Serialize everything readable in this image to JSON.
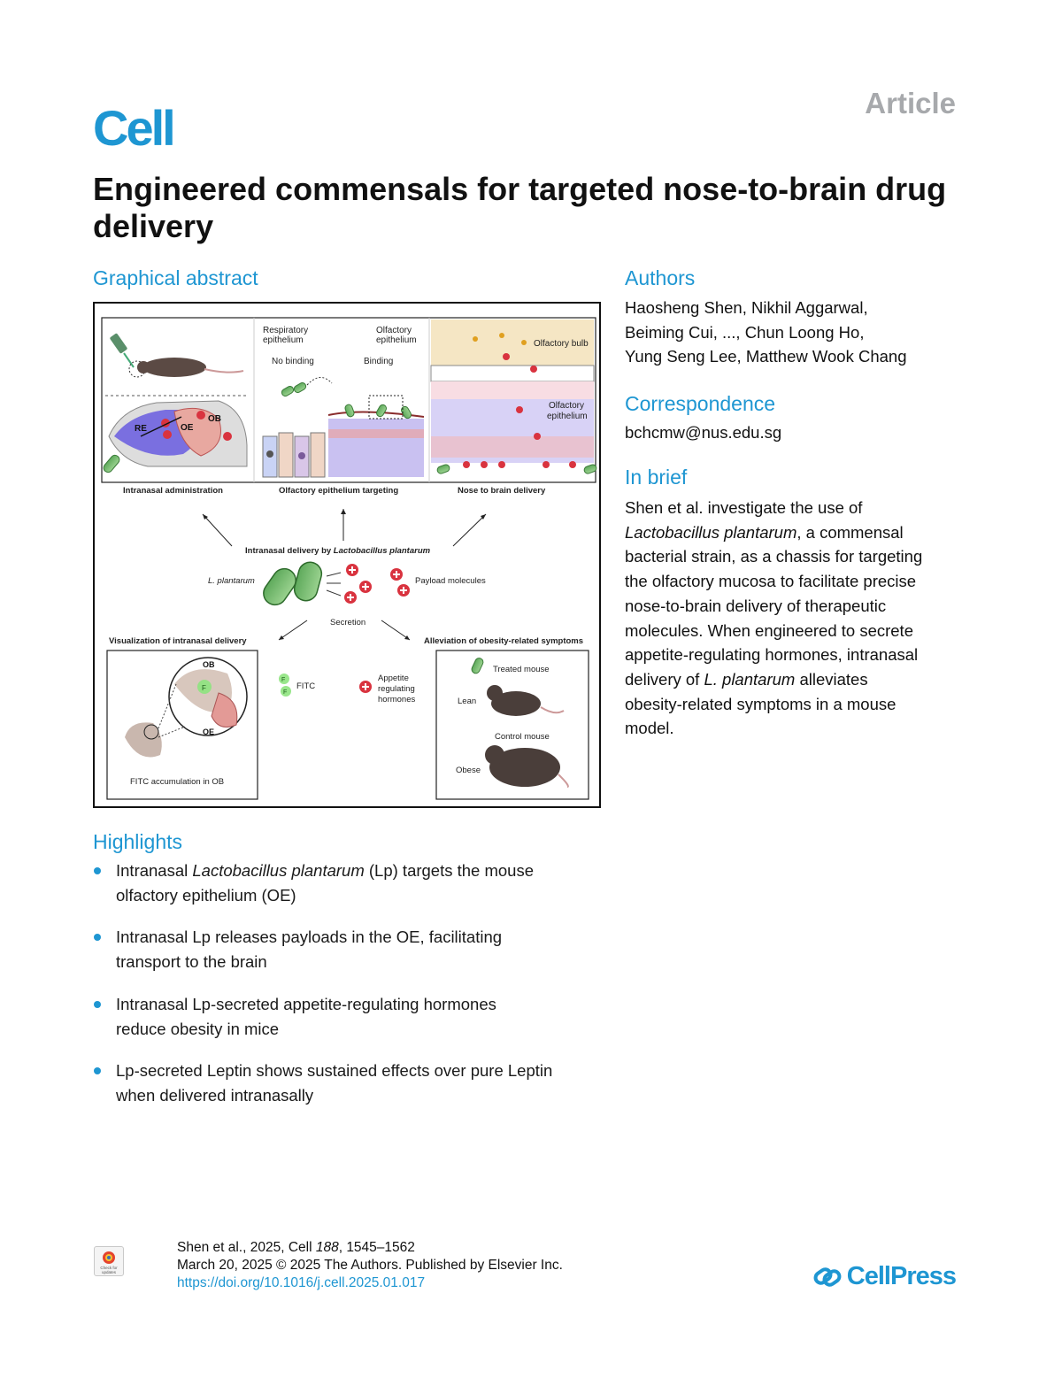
{
  "journal": "Cell",
  "article_type": "Article",
  "title": "Engineered commensals for targeted nose-to-brain drug delivery",
  "graphical_abstract": {
    "heading": "Graphical abstract",
    "labels": {
      "re": "RE",
      "oe": "OE",
      "ob": "OB",
      "respiratory_epithelium_1": "Respiratory",
      "respiratory_epithelium_2": "epithelium",
      "olfactory_epithelium_1": "Olfactory",
      "olfactory_epithelium_2": "epithelium",
      "no_binding": "No binding",
      "binding": "Binding",
      "olfactory_bulb": "Olfactory bulb",
      "olfactory_epithelium_right_1": "Olfactory",
      "olfactory_epithelium_right_2": "epithelium",
      "panel1_caption": "Intranasal administration",
      "panel2_caption": "Olfactory epithelium targeting",
      "panel3_caption": "Nose to brain delivery",
      "center_title_prefix": "Intranasal delivery by ",
      "center_title_italic": "Lactobacillus plantarum",
      "l_plantarum": "L. plantarum",
      "payload_molecules": "Payload molecules",
      "secretion": "Secretion",
      "visualization_title": "Visualization of intranasal delivery",
      "alleviation_title": "Alleviation of obesity-related symptoms",
      "ob_small": "OB",
      "oe_small": "OE",
      "fitc_accumulation": "FITC accumulation in OB",
      "fitc": "FITC",
      "f_letter": "F",
      "appetite_1": "Appetite",
      "appetite_2": "regulating",
      "appetite_3": "hormones",
      "treated_mouse": "Treated mouse",
      "lean": "Lean",
      "control_mouse": "Control mouse",
      "obese": "Obese"
    }
  },
  "authors": {
    "heading": "Authors",
    "lines": [
      "Haosheng Shen, Nikhil Aggarwal,",
      "Beiming Cui, ..., Chun Loong Ho,",
      "Yung Seng Lee, Matthew Wook Chang"
    ]
  },
  "correspondence": {
    "heading": "Correspondence",
    "email": "bchcmw@nus.edu.sg"
  },
  "in_brief": {
    "heading": "In brief",
    "lines": [
      [
        {
          "t": "Shen et al. investigate the use of"
        }
      ],
      [
        {
          "t": "Lactobacillus plantarum",
          "i": true
        },
        {
          "t": ", a commensal"
        }
      ],
      [
        {
          "t": "bacterial strain, as a chassis for targeting"
        }
      ],
      [
        {
          "t": "the olfactory mucosa to facilitate precise"
        }
      ],
      [
        {
          "t": "nose-to-brain delivery of therapeutic"
        }
      ],
      [
        {
          "t": "molecules. When engineered to secrete"
        }
      ],
      [
        {
          "t": "appetite-regulating hormones, intranasal"
        }
      ],
      [
        {
          "t": "delivery of "
        },
        {
          "t": "L. plantarum",
          "i": true
        },
        {
          "t": " alleviates"
        }
      ],
      [
        {
          "t": "obesity-related symptoms in a mouse"
        }
      ],
      [
        {
          "t": "model."
        }
      ]
    ]
  },
  "highlights": {
    "heading": "Highlights",
    "items": [
      [
        [
          {
            "t": "Intranasal "
          },
          {
            "t": "Lactobacillus plantarum",
            "i": true
          },
          {
            "t": " (Lp) targets the mouse"
          }
        ],
        [
          {
            "t": "olfactory epithelium (OE)"
          }
        ]
      ],
      [
        [
          {
            "t": "Intranasal Lp releases payloads in the OE, facilitating"
          }
        ],
        [
          {
            "t": "transport to the brain"
          }
        ]
      ],
      [
        [
          {
            "t": "Intranasal Lp-secreted appetite-regulating hormones"
          }
        ],
        [
          {
            "t": "reduce obesity in mice"
          }
        ]
      ],
      [
        [
          {
            "t": "Lp-secreted Leptin shows sustained effects over pure Leptin"
          }
        ],
        [
          {
            "t": "when delivered intranasally"
          }
        ]
      ]
    ]
  },
  "footer": {
    "citation_prefix": "Shen et al., 2025, Cell ",
    "volume": "188",
    "pages": ", 1545–1562",
    "date_line": "March 20, 2025 © 2025 The Authors. Published by Elsevier Inc.",
    "doi": "https://doi.org/10.1016/j.cell.2025.01.017",
    "check_badge": "Check for updates",
    "publisher": "CellPress"
  },
  "colors": {
    "accent": "#1e96d2",
    "article_gray": "#a7a9ac",
    "bacteria_green": "#7cc07a",
    "payload_red": "#d9333f",
    "nasal_blue": "#7a6fe0"
  }
}
